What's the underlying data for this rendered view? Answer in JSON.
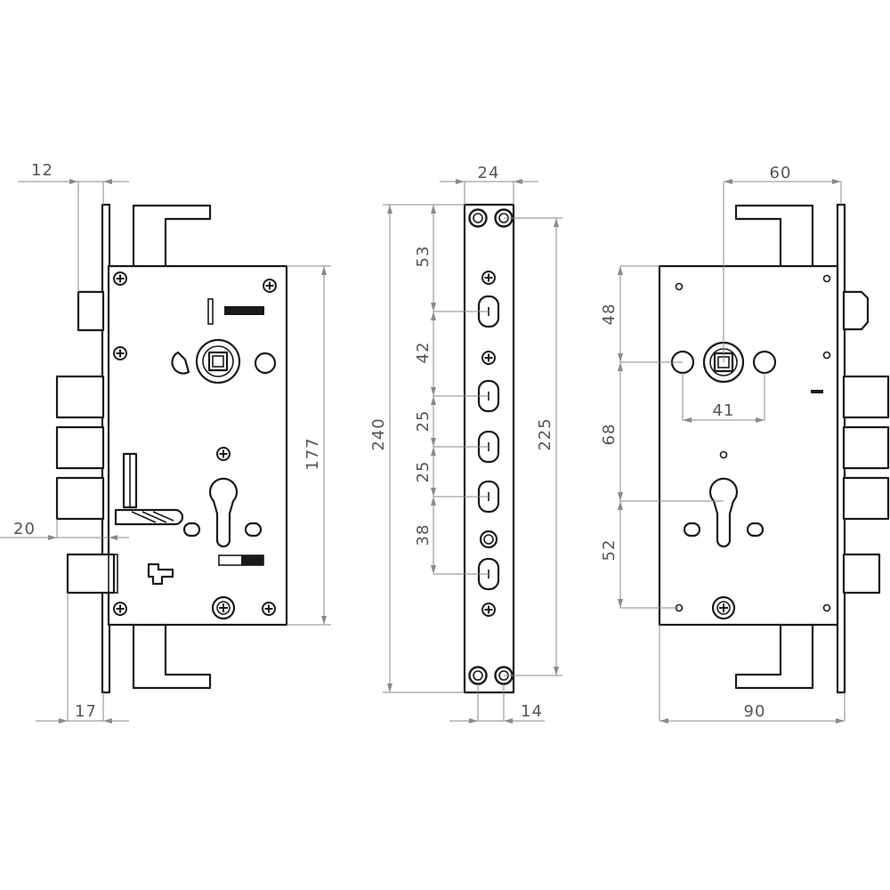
{
  "drawing": {
    "line_color": "#1a1a1a",
    "dimension_color": "#8a8a8a",
    "dimension_text_color": "#555555"
  },
  "dimensions": {
    "side_view": {
      "top_offset": "12",
      "bolt_offset": "20",
      "bottom_offset": "17",
      "body_height": "177"
    },
    "faceplate_view": {
      "width": "24",
      "total_height": "240",
      "hole_span": "225",
      "pitch_1": "53",
      "pitch_2": "42",
      "pitch_3": "25",
      "pitch_4": "25",
      "pitch_5": "38",
      "edge_offset": "14"
    },
    "back_view": {
      "backset": "60",
      "spindle_hole_spacing": "41",
      "top_to_spindle": "48",
      "spindle_to_cylinder": "68",
      "cylinder_to_screw": "52",
      "body_width": "90"
    }
  }
}
